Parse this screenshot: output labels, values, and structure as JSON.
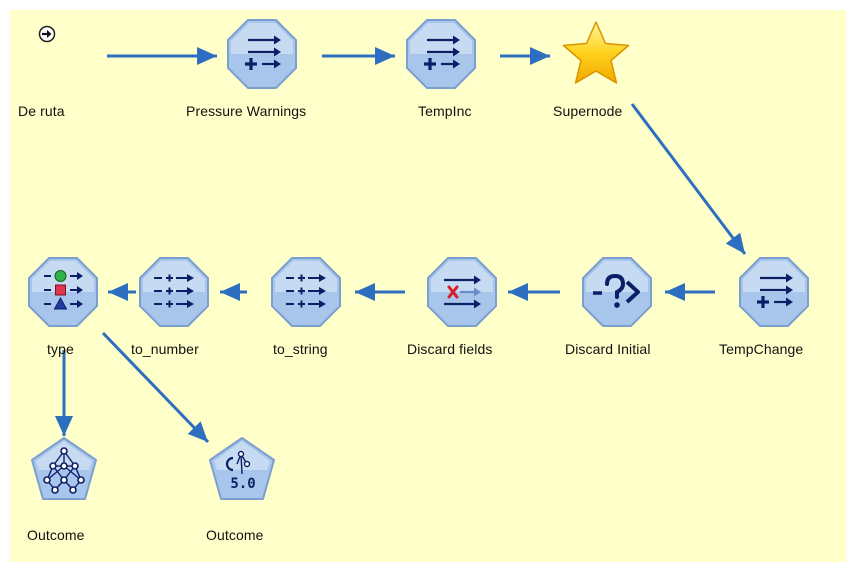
{
  "canvas": {
    "background": "#ffffc9"
  },
  "colors": {
    "link": "#2d6ec0",
    "node_fill": "#a8c6ec",
    "node_stroke": "#7c9fce",
    "glyph": "#0b1f66",
    "star": "#ffd21e"
  },
  "nodes": {
    "de_ruta": {
      "label": "De ruta",
      "icon": "start-arrow-icon"
    },
    "pressure_warnings": {
      "label": "Pressure Warnings",
      "icon": "derive-icon"
    },
    "tempinc": {
      "label": "TempInc",
      "icon": "derive-icon"
    },
    "supernode": {
      "label": "Supernode",
      "icon": "star-icon"
    },
    "tempchange": {
      "label": "TempChange",
      "icon": "derive-icon"
    },
    "discard_initial": {
      "label": "Discard Initial",
      "icon": "select-question-icon"
    },
    "discard_fields": {
      "label": "Discard fields",
      "icon": "filter-icon"
    },
    "to_string": {
      "label": "to_string",
      "icon": "reclassify-icon"
    },
    "to_number": {
      "label": "to_number",
      "icon": "reclassify-icon"
    },
    "type": {
      "label": "type",
      "icon": "type-icon"
    },
    "outcome_net": {
      "label": "Outcome",
      "icon": "neural-net-icon"
    },
    "outcome_c50": {
      "label": "Outcome",
      "icon": "c50-icon",
      "badge": "5.0"
    }
  }
}
